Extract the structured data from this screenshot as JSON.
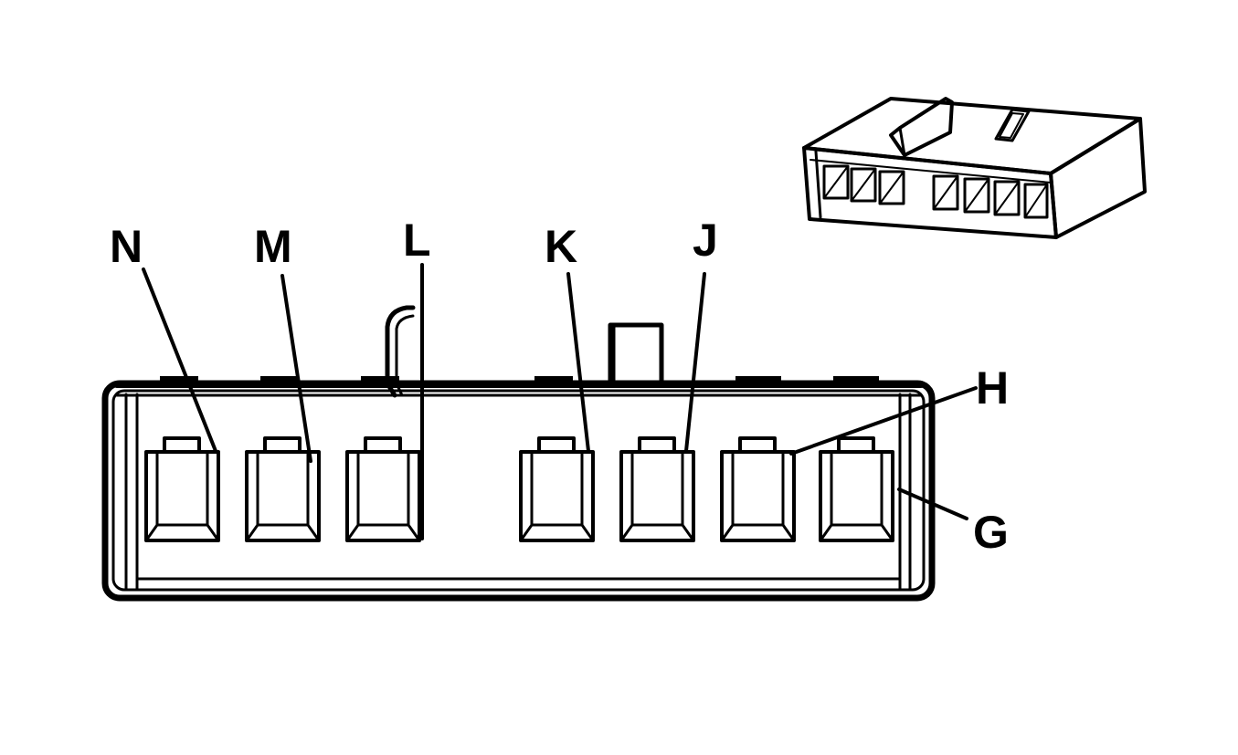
{
  "diagram": {
    "type": "connector-face-view",
    "pins": [
      {
        "id": "N",
        "label": "N"
      },
      {
        "id": "M",
        "label": "M"
      },
      {
        "id": "L",
        "label": "L"
      },
      {
        "id": "K",
        "label": "K"
      },
      {
        "id": "J",
        "label": "J"
      },
      {
        "id": "H",
        "label": "H"
      },
      {
        "id": "G",
        "label": "G"
      }
    ]
  },
  "colors": {
    "line": "#000000",
    "background": "#ffffff"
  }
}
